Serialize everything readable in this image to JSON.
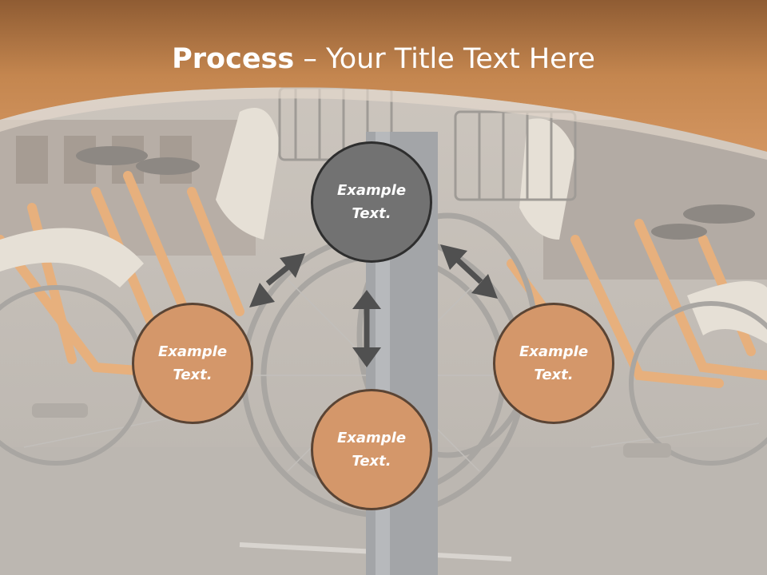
{
  "slide": {
    "title_bold": "Process",
    "title_rest": " – Your Title Text Here"
  },
  "nodes": {
    "top": {
      "label": "Example Text."
    },
    "left": {
      "label": "Example Text."
    },
    "right": {
      "label": "Example Text."
    },
    "bottom": {
      "label": "Example Text."
    }
  },
  "colors": {
    "header": "#c88a55",
    "node_orange": "#d4976a",
    "node_gray": "#727272",
    "arrow": "#505050"
  },
  "icons": {
    "arrows": [
      "double-arrow-icon"
    ]
  }
}
